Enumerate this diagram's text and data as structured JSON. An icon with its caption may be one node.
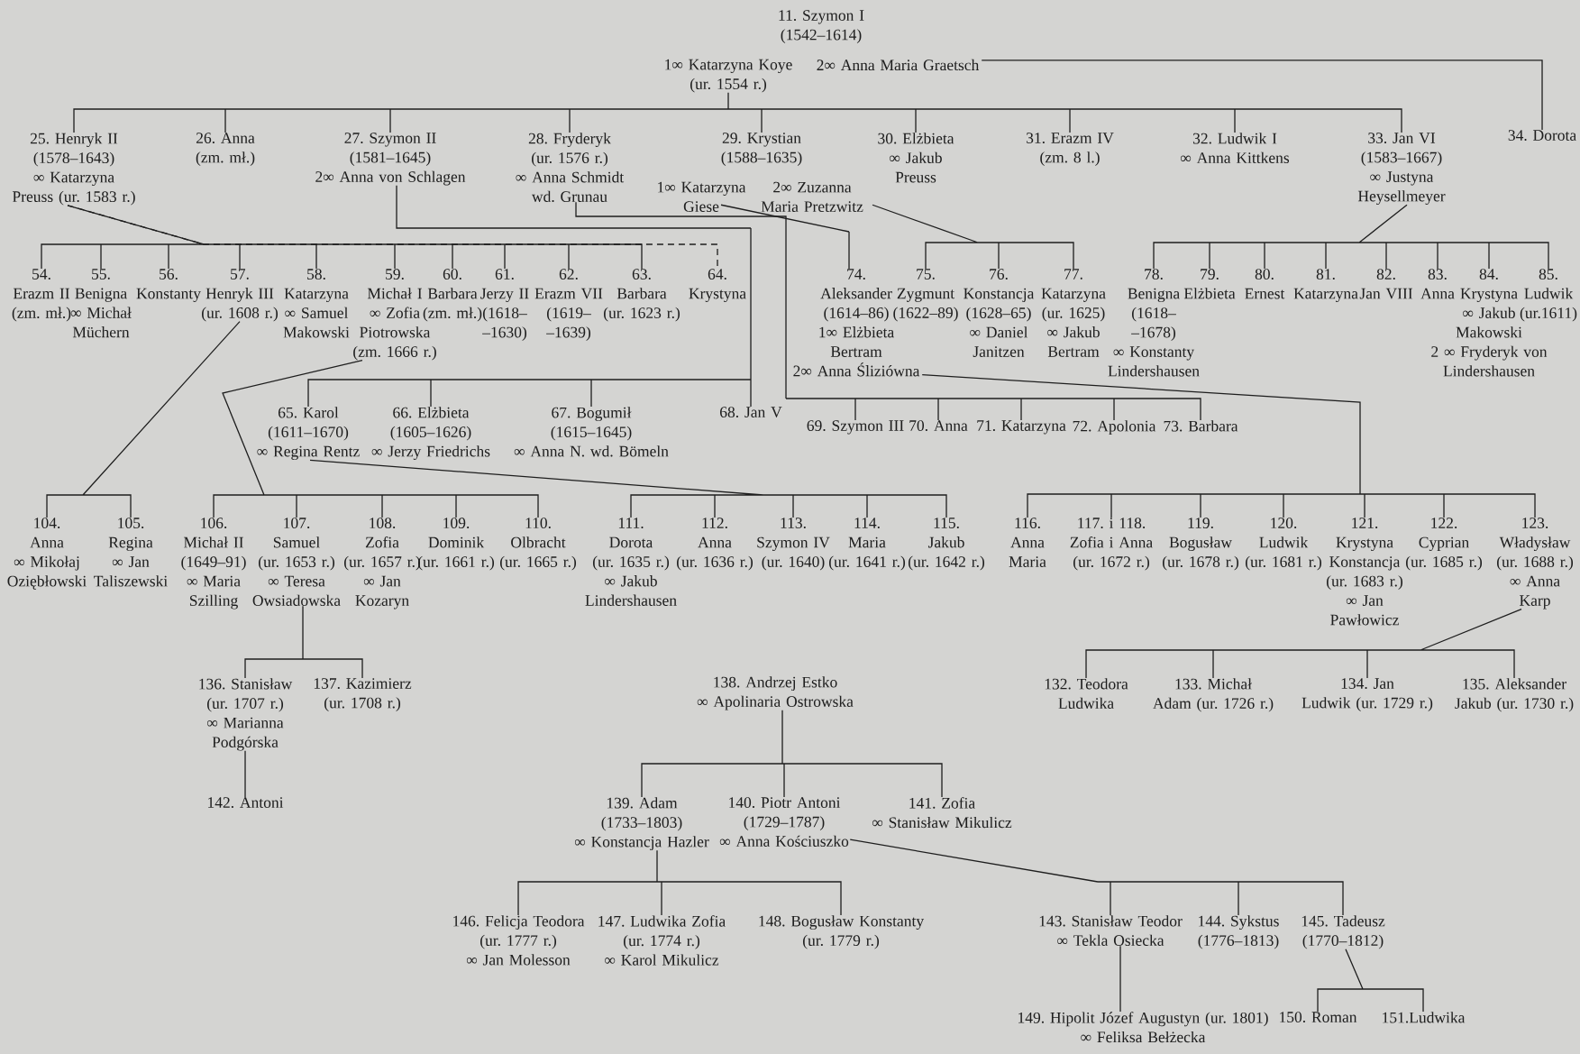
{
  "diagram": {
    "nodes": [
      {
        "text": [
          "11. Szymon I",
          "(1542–1614)",
          "1∞ Katarzyna Koye (ur. 1554 r.)",
          "2∞ Anna Maria Graetsch"
        ]
      },
      {
        "text": [
          "25. Henryk II",
          "(1578–1643)",
          "∞ Katarzyna Preuss (ur. 1583 r.)"
        ]
      },
      {
        "text": [
          "26. Anna",
          "(zm. mł.)"
        ]
      },
      {
        "text": [
          "27. Szymon II",
          "(1581–1645)",
          "2∞ Anna von Schlagen"
        ]
      },
      {
        "text": [
          "28. Fryderyk",
          "(ur. 1576 r.)",
          "∞ Anna Schmidt wd. Grunau"
        ]
      },
      {
        "text": [
          "29. Krystian",
          "(1588–1635)",
          "1∞ Katarzyna Giese",
          "2∞ Zuzanna Maria Pretzwitz"
        ]
      },
      {
        "text": [
          "30. Elżbieta",
          "∞ Jakub Preuss"
        ]
      },
      {
        "text": [
          "31. Erazm IV",
          "(zm. 8 l.)"
        ]
      },
      {
        "text": [
          "32. Ludwik I",
          "∞ Anna Kittkens"
        ]
      },
      {
        "text": [
          "33. Jan VI",
          "(1583–1667)",
          "∞ Justyna Heysellmeyer"
        ]
      },
      {
        "text": [
          "34. Dorota"
        ]
      },
      {
        "text": [
          "54.",
          "Erazm II",
          "(zm. mł.)"
        ]
      },
      {
        "text": [
          "55.",
          "Benigna",
          "∞ Michał Müchern"
        ]
      },
      {
        "text": [
          "56.",
          "Konstanty"
        ]
      },
      {
        "text": [
          "57.",
          "Henryk III",
          "(ur. 1608 r.)"
        ]
      },
      {
        "text": [
          "58.",
          "Katarzyna",
          "∞ Samuel Makowski"
        ]
      },
      {
        "text": [
          "59.",
          "Michał I",
          "∞ Zofia Piotrowska (zm. 1666 r.)"
        ]
      },
      {
        "text": [
          "60.",
          "Barbara",
          "(zm. mł.)"
        ]
      },
      {
        "text": [
          "61.",
          "Jerzy II",
          "(1618– –1630)"
        ]
      },
      {
        "text": [
          "62.",
          "Erazm VII",
          "(1619– –1639)"
        ]
      },
      {
        "text": [
          "63.",
          "Barbara",
          "(ur. 1623 r.)"
        ]
      },
      {
        "text": [
          "64.",
          "Krystyna"
        ]
      },
      {
        "text": [
          "74.",
          "Aleksander",
          "(1614–86)",
          "1∞ Elżbieta Bertram",
          "2∞ Anna Śliziówna"
        ]
      },
      {
        "text": [
          "75.",
          "Zygmunt",
          "(1622–89)"
        ]
      },
      {
        "text": [
          "76.",
          "Konstancja",
          "(1628–65)",
          "∞ Daniel Janitzen"
        ]
      },
      {
        "text": [
          "77.",
          "Katarzyna",
          "(ur. 1625)",
          "∞ Jakub Bertram"
        ]
      },
      {
        "text": [
          "78.",
          "Benigna",
          "(1618– –1678)",
          "∞ Konstanty Lindershausen"
        ]
      },
      {
        "text": [
          "79.",
          "Elżbieta"
        ]
      },
      {
        "text": [
          "80.",
          "Ernest"
        ]
      },
      {
        "text": [
          "81.",
          "Katarzyna"
        ]
      },
      {
        "text": [
          "82.",
          "Jan VIII"
        ]
      },
      {
        "text": [
          "83.",
          "Anna"
        ]
      },
      {
        "text": [
          "84.",
          "Krystyna",
          "∞ Jakub Makowski",
          "2 ∞ Fryderyk von Lindershausen"
        ]
      },
      {
        "text": [
          "85.",
          "Ludwik",
          "(ur.1611)"
        ]
      },
      {
        "text": [
          "65. Karol",
          "(1611–1670)",
          "∞ Regina Rentz"
        ]
      },
      {
        "text": [
          "66. Elżbieta",
          "(1605–1626)",
          "∞ Jerzy Friedrichs"
        ]
      },
      {
        "text": [
          "67. Bogumił",
          "(1615–1645)",
          "∞ Anna N. wd. Bömeln"
        ]
      },
      {
        "text": [
          "68. Jan V"
        ]
      },
      {
        "text": [
          "69. Szymon III"
        ]
      },
      {
        "text": [
          "70. Anna"
        ]
      },
      {
        "text": [
          "71. Katarzyna"
        ]
      },
      {
        "text": [
          "72. Apolonia"
        ]
      },
      {
        "text": [
          "73. Barbara"
        ]
      },
      {
        "text": [
          "104.",
          "Anna",
          "∞ Mikołaj Oziębłowski"
        ]
      },
      {
        "text": [
          "105.",
          "Regina",
          "∞ Jan Taliszewski"
        ]
      },
      {
        "text": [
          "106.",
          "Michał II",
          "(1649–91)",
          "∞ Maria Szilling"
        ]
      },
      {
        "text": [
          "107.",
          "Samuel",
          "(ur. 1653 r.)",
          "∞ Teresa Owsiadowska"
        ]
      },
      {
        "text": [
          "108.",
          "Zofia",
          "(ur. 1657 r.)",
          "∞ Jan Kozaryn"
        ]
      },
      {
        "text": [
          "109.",
          "Dominik",
          "(ur. 1661 r.)"
        ]
      },
      {
        "text": [
          "110.",
          "Olbracht",
          "(ur. 1665 r.)"
        ]
      },
      {
        "text": [
          "111.",
          "Dorota",
          "(ur. 1635 r.)",
          "∞ Jakub Lindershausen"
        ]
      },
      {
        "text": [
          "112.",
          "Anna",
          "(ur. 1636 r.)"
        ]
      },
      {
        "text": [
          "113.",
          "Szymon IV",
          "(ur. 1640)"
        ]
      },
      {
        "text": [
          "114.",
          "Maria",
          "(ur. 1641 r.)"
        ]
      },
      {
        "text": [
          "115.",
          "Jakub",
          "(ur. 1642 r.)"
        ]
      },
      {
        "text": [
          "116.",
          "Anna Maria"
        ]
      },
      {
        "text": [
          "117. i 118.",
          "Zofia i Anna",
          "(ur. 1672 r.)"
        ]
      },
      {
        "text": [
          "119.",
          "Bogusław",
          "(ur. 1678 r.)"
        ]
      },
      {
        "text": [
          "120.",
          "Ludwik",
          "(ur. 1681 r.)"
        ]
      },
      {
        "text": [
          "121.",
          "Krystyna Konstancja",
          "(ur. 1683 r.)",
          "∞ Jan Pawłowicz"
        ]
      },
      {
        "text": [
          "122.",
          "Cyprian",
          "(ur. 1685 r.)"
        ]
      },
      {
        "text": [
          "123.",
          "Władysław",
          "(ur. 1688 r.)",
          "∞ Anna Karp"
        ]
      },
      {
        "text": [
          "136. Stanisław",
          "(ur. 1707 r.)",
          "∞ Marianna Podgórska"
        ]
      },
      {
        "text": [
          "137. Kazimierz",
          "(ur. 1708 r.)"
        ]
      },
      {
        "text": [
          "138. Andrzej Estko",
          "∞ Apolinaria Ostrowska"
        ]
      },
      {
        "text": [
          "132. Teodora",
          "Ludwika"
        ]
      },
      {
        "text": [
          "133. Michał",
          "Adam (ur. 1726 r.)"
        ]
      },
      {
        "text": [
          "134. Jan",
          "Ludwik (ur. 1729 r.)"
        ]
      },
      {
        "text": [
          "135. Aleksander",
          "Jakub (ur. 1730 r.)"
        ]
      },
      {
        "text": [
          "142. Antoni"
        ]
      },
      {
        "text": [
          "139. Adam",
          "(1733–1803)",
          "∞ Konstancja Hazler"
        ]
      },
      {
        "text": [
          "140. Piotr Antoni",
          "(1729–1787)",
          "∞ Anna Kościuszko"
        ]
      },
      {
        "text": [
          "141. Zofia",
          "∞ Stanisław Mikulicz"
        ]
      },
      {
        "text": [
          "146. Felicja Teodora",
          "(ur. 1777 r.)",
          "∞ Jan Molesson"
        ]
      },
      {
        "text": [
          "147. Ludwika Zofia",
          "(ur. 1774 r.)",
          "∞ Karol Mikulicz"
        ]
      },
      {
        "text": [
          "148. Bogusław Konstanty",
          "(ur. 1779 r.)"
        ]
      },
      {
        "text": [
          "143. Stanisław Teodor",
          "∞ Tekla Osiecka"
        ]
      },
      {
        "text": [
          "144. Sykstus",
          "(1776–1813)"
        ]
      },
      {
        "text": [
          "145. Tadeusz",
          "(1770–1812)"
        ]
      },
      {
        "text": [
          "149. Hipolit Józef Augustyn (ur. 1801)",
          "∞ Feliksa Bełżecka"
        ]
      },
      {
        "text": [
          "150. Roman"
        ]
      },
      {
        "text": [
          "151.Ludwika"
        ]
      }
    ],
    "edges": [
      {
        "from": 0,
        "to": 1,
        "arrow": "none"
      },
      {
        "from": 0,
        "to": 2,
        "arrow": "none"
      },
      {
        "from": 0,
        "to": 3,
        "arrow": "none"
      },
      {
        "from": 0,
        "to": 4,
        "arrow": "none"
      },
      {
        "from": 0,
        "to": 5,
        "arrow": "none"
      },
      {
        "from": 0,
        "to": 6,
        "arrow": "none"
      },
      {
        "from": 0,
        "to": 7,
        "arrow": "none"
      },
      {
        "from": 0,
        "to": 8,
        "arrow": "none"
      },
      {
        "from": 0,
        "to": 9,
        "arrow": "none"
      },
      {
        "from": 0,
        "to": 10,
        "arrow": "none"
      },
      {
        "from": 1,
        "to": 11,
        "arrow": "none"
      },
      {
        "from": 1,
        "to": 12,
        "arrow": "none"
      },
      {
        "from": 1,
        "to": 13,
        "arrow": "none"
      },
      {
        "from": 1,
        "to": 14,
        "arrow": "none"
      },
      {
        "from": 1,
        "to": 15,
        "arrow": "none"
      },
      {
        "from": 1,
        "to": 16,
        "arrow": "none"
      },
      {
        "from": 1,
        "to": 17,
        "arrow": "none"
      },
      {
        "from": 1,
        "to": 18,
        "arrow": "none"
      },
      {
        "from": 1,
        "to": 19,
        "arrow": "none"
      },
      {
        "from": 1,
        "to": 20,
        "arrow": "none"
      },
      {
        "from": 1,
        "to": 21,
        "arrow": "none",
        "style": "dashed"
      },
      {
        "from": 3,
        "to": 34,
        "arrow": "none"
      },
      {
        "from": 3,
        "to": 35,
        "arrow": "none"
      },
      {
        "from": 3,
        "to": 36,
        "arrow": "none"
      },
      {
        "from": 3,
        "to": 37,
        "arrow": "none"
      },
      {
        "from": 4,
        "to": 38,
        "arrow": "none"
      },
      {
        "from": 4,
        "to": 39,
        "arrow": "none"
      },
      {
        "from": 4,
        "to": 40,
        "arrow": "none"
      },
      {
        "from": 4,
        "to": 41,
        "arrow": "none"
      },
      {
        "from": 4,
        "to": 42,
        "arrow": "none"
      },
      {
        "from": 5,
        "to": 22,
        "arrow": "none"
      },
      {
        "from": 5,
        "to": 23,
        "arrow": "none"
      },
      {
        "from": 5,
        "to": 24,
        "arrow": "none"
      },
      {
        "from": 5,
        "to": 25,
        "arrow": "none"
      },
      {
        "from": 9,
        "to": 26,
        "arrow": "none"
      },
      {
        "from": 9,
        "to": 27,
        "arrow": "none"
      },
      {
        "from": 9,
        "to": 28,
        "arrow": "none"
      },
      {
        "from": 9,
        "to": 29,
        "arrow": "none"
      },
      {
        "from": 9,
        "to": 30,
        "arrow": "none"
      },
      {
        "from": 9,
        "to": 31,
        "arrow": "none"
      },
      {
        "from": 9,
        "to": 32,
        "arrow": "none"
      },
      {
        "from": 9,
        "to": 33,
        "arrow": "none"
      },
      {
        "from": 14,
        "to": 43,
        "arrow": "none"
      },
      {
        "from": 14,
        "to": 44,
        "arrow": "none"
      },
      {
        "from": 16,
        "to": 45,
        "arrow": "none"
      },
      {
        "from": 16,
        "to": 46,
        "arrow": "none"
      },
      {
        "from": 16,
        "to": 47,
        "arrow": "none"
      },
      {
        "from": 16,
        "to": 48,
        "arrow": "none"
      },
      {
        "from": 16,
        "to": 49,
        "arrow": "none"
      },
      {
        "from": 34,
        "to": 50,
        "arrow": "none"
      },
      {
        "from": 34,
        "to": 51,
        "arrow": "none"
      },
      {
        "from": 34,
        "to": 52,
        "arrow": "none"
      },
      {
        "from": 34,
        "to": 53,
        "arrow": "none"
      },
      {
        "from": 34,
        "to": 54,
        "arrow": "none"
      },
      {
        "from": 22,
        "to": 55,
        "arrow": "none"
      },
      {
        "from": 22,
        "to": 56,
        "arrow": "none"
      },
      {
        "from": 22,
        "to": 57,
        "arrow": "none"
      },
      {
        "from": 22,
        "to": 58,
        "arrow": "none"
      },
      {
        "from": 22,
        "to": 59,
        "arrow": "none"
      },
      {
        "from": 22,
        "to": 60,
        "arrow": "none"
      },
      {
        "from": 22,
        "to": 61,
        "arrow": "none"
      },
      {
        "from": 46,
        "to": 62,
        "arrow": "none"
      },
      {
        "from": 46,
        "to": 63,
        "arrow": "none"
      },
      {
        "from": 62,
        "to": 69,
        "arrow": "none"
      },
      {
        "from": 61,
        "to": 65,
        "arrow": "none"
      },
      {
        "from": 61,
        "to": 66,
        "arrow": "none"
      },
      {
        "from": 61,
        "to": 67,
        "arrow": "none"
      },
      {
        "from": 61,
        "to": 68,
        "arrow": "none"
      },
      {
        "from": 64,
        "to": 70,
        "arrow": "none"
      },
      {
        "from": 64,
        "to": 71,
        "arrow": "none"
      },
      {
        "from": 64,
        "to": 72,
        "arrow": "none"
      },
      {
        "from": 70,
        "to": 73,
        "arrow": "none"
      },
      {
        "from": 70,
        "to": 74,
        "arrow": "none"
      },
      {
        "from": 70,
        "to": 75,
        "arrow": "none"
      },
      {
        "from": 71,
        "to": 76,
        "arrow": "none"
      },
      {
        "from": 71,
        "to": 77,
        "arrow": "none"
      },
      {
        "from": 71,
        "to": 78,
        "arrow": "none"
      },
      {
        "from": 76,
        "to": 79,
        "arrow": "none"
      },
      {
        "from": 78,
        "to": 80,
        "arrow": "none"
      },
      {
        "from": 78,
        "to": 81,
        "arrow": "none"
      }
    ]
  }
}
